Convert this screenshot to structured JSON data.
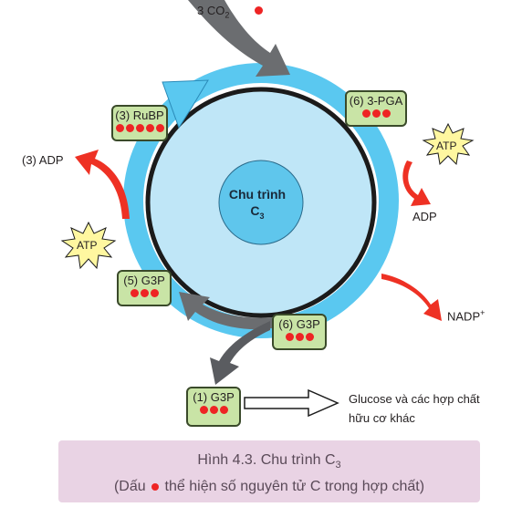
{
  "input": {
    "co2_label": "3 CO",
    "co2_sub": "2"
  },
  "center": {
    "line1": "Chu trình",
    "line2": "C",
    "line2_sub": "3"
  },
  "boxes": {
    "rubp": {
      "label": "(3) RuBP",
      "dots": 5
    },
    "pga": {
      "label": "(6) 3-PGA",
      "dots": 3
    },
    "g3p_left": {
      "label": "(5) G3P",
      "dots": 3
    },
    "g3p_bottom": {
      "label": "(6) G3P",
      "dots": 3
    },
    "g3p_out": {
      "label": "(1) G3P",
      "dots": 3
    }
  },
  "labels": {
    "adp_left": "(3) ADP",
    "adp_right": "ADP",
    "nadp": "NADP",
    "nadp_sup": "+",
    "atp": "ATP",
    "products_line1": "Glucose và các hợp chất",
    "products_line2": "hữu cơ khác"
  },
  "caption": {
    "line1_prefix": "Hình 4.3. Chu trình C",
    "line1_sub": "3",
    "line2_prefix": "(Dấu",
    "line2_suffix": "thể hiện số nguyên tử C trong hợp chất)"
  },
  "colors": {
    "cycle_arrow": "#5ac8f0",
    "inner_disk": "#bfe6f7",
    "center_disk": "#5fc6ec",
    "box_fill": "#c9e4a6",
    "carbon_dot": "#ee2424",
    "red_arrow": "#ee3124",
    "gray_arrow": "#6b6d70",
    "burst": "#fff7a0",
    "caption_bg": "#e9d3e4"
  }
}
